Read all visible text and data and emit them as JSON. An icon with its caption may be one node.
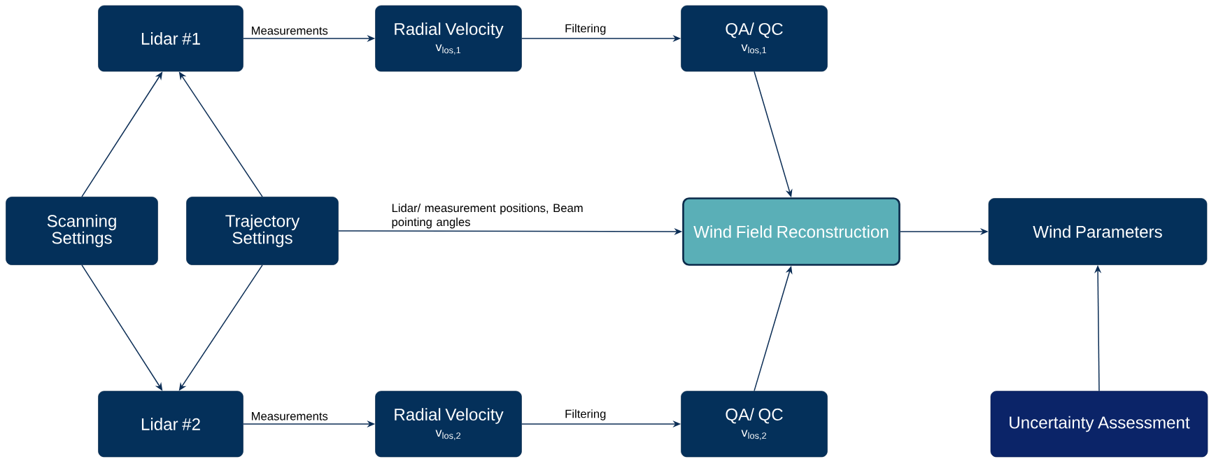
{
  "diagram": {
    "nodes": [
      {
        "text": [
          "Lidar #1"
        ]
      },
      {
        "text": [
          "Radial Velocity",
          "v$_{los,1}$"
        ]
      },
      {
        "text": [
          "QA/ QC",
          "v$_{los,1}$"
        ]
      },
      {
        "text": [
          "Scanning Settings"
        ]
      },
      {
        "text": [
          "Trajectory Settings"
        ]
      },
      {
        "text": [
          "Wind Field Reconstruction"
        ]
      },
      {
        "text": [
          "Wind Parameters"
        ]
      },
      {
        "text": [
          "Lidar #2"
        ]
      },
      {
        "text": [
          "Radial Velocity",
          "v$_{los,2}$"
        ]
      },
      {
        "text": [
          "QA/ QC",
          "v$_{los,2}$"
        ]
      },
      {
        "text": [
          "Uncertainty Assessment"
        ]
      }
    ],
    "edges": [
      {
        "from": 0,
        "to": 1,
        "arrow": "to",
        "label": "Measurements"
      },
      {
        "from": 1,
        "to": 2,
        "arrow": "to",
        "label": "Filtering"
      },
      {
        "from": 3,
        "to": 0,
        "arrow": "to"
      },
      {
        "from": 4,
        "to": 0,
        "arrow": "to"
      },
      {
        "from": 3,
        "to": 7,
        "arrow": "to"
      },
      {
        "from": 4,
        "to": 7,
        "arrow": "to"
      },
      {
        "from": 4,
        "to": 5,
        "arrow": "to",
        "label": "Lidar/ measurement positions, Beam pointing angles"
      },
      {
        "from": 7,
        "to": 8,
        "arrow": "to",
        "label": "Measurements"
      },
      {
        "from": 8,
        "to": 9,
        "arrow": "to",
        "label": "Filtering"
      },
      {
        "from": 2,
        "to": 5,
        "arrow": "to"
      },
      {
        "from": 9,
        "to": 5,
        "arrow": "to"
      },
      {
        "from": 5,
        "to": 6,
        "arrow": "to"
      },
      {
        "from": 10,
        "to": 6,
        "arrow": "to"
      }
    ]
  }
}
